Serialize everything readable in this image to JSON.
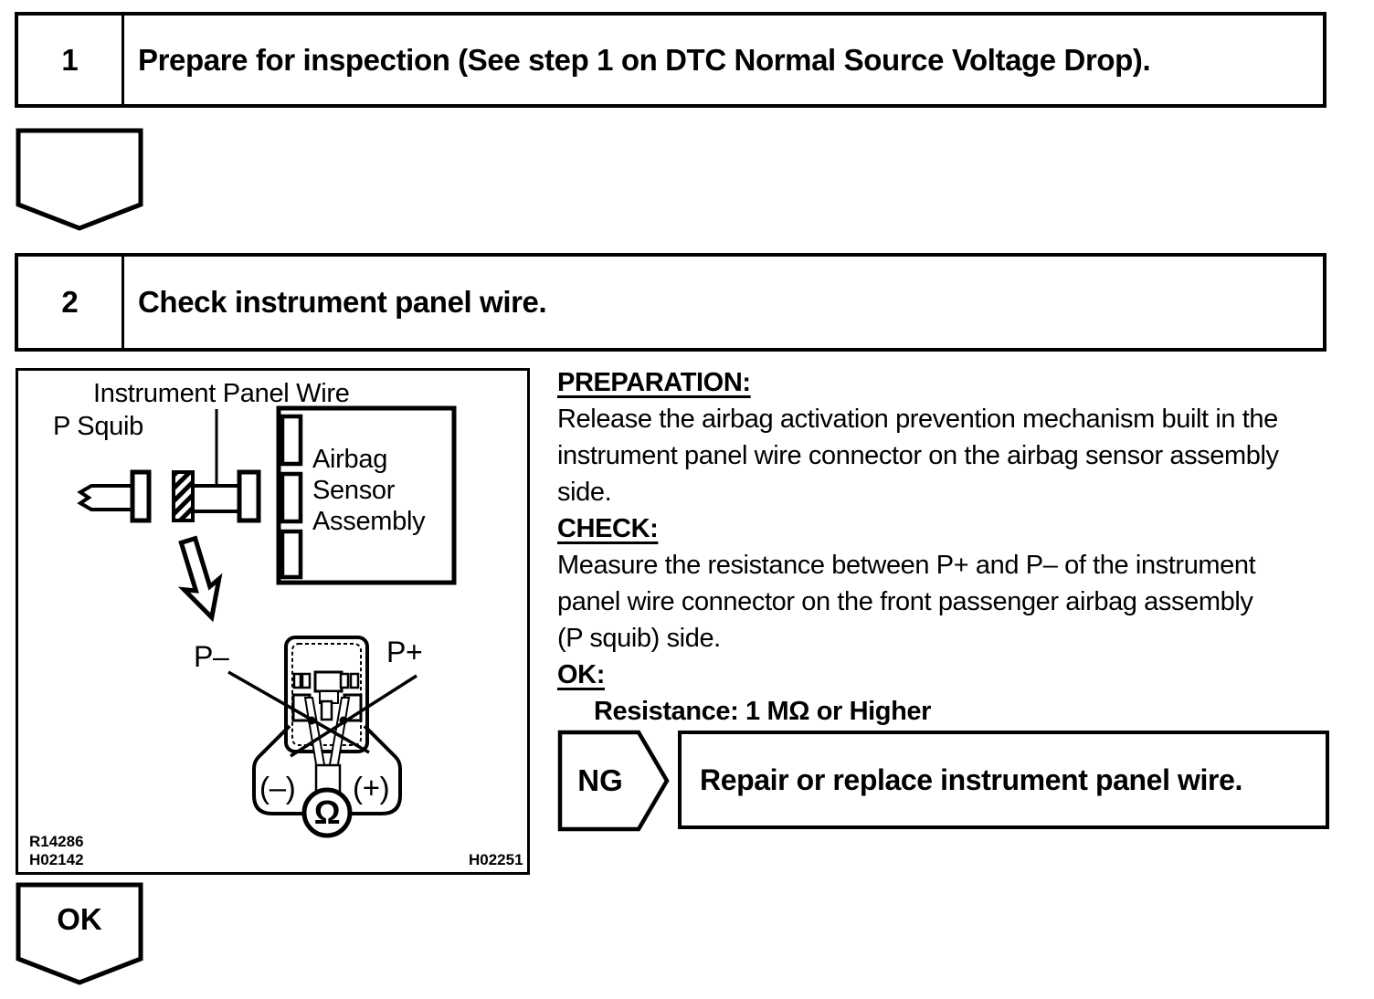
{
  "flow": {
    "step1": {
      "number": "1",
      "title": "Prepare for inspection (See step 1 on DTC Normal Source Voltage Drop)."
    },
    "step2": {
      "number": "2",
      "title": "Check instrument panel wire."
    },
    "ok_label": "OK",
    "ng": {
      "label": "NG",
      "action": "Repair or replace instrument panel wire."
    }
  },
  "instructions": {
    "preparation": {
      "heading": "PREPARATION:",
      "body": "Release the airbag activation prevention mechanism built in the\ninstrument panel wire connector on the airbag sensor assembly\nside."
    },
    "check": {
      "heading": "CHECK:",
      "body": "Measure the resistance between P+ and P– of the instrument\npanel wire connector on the front passenger airbag assembly\n(P squib) side."
    },
    "ok": {
      "heading": "OK:",
      "spec": "Resistance: 1 MΩ or Higher"
    }
  },
  "diagram": {
    "labels": {
      "wire": "Instrument Panel Wire",
      "squib": "P Squib",
      "sensor": "Airbag\nSensor\nAssembly",
      "p_minus": "P–",
      "p_plus": "P+",
      "probe_minus": "(–)",
      "probe_plus": "(+)",
      "ohm": "Ω"
    },
    "codes": {
      "code1": "R14286",
      "code2": "H02142",
      "code3": "H02251"
    }
  },
  "colors": {
    "ink": "#000000",
    "paper": "#ffffff"
  }
}
